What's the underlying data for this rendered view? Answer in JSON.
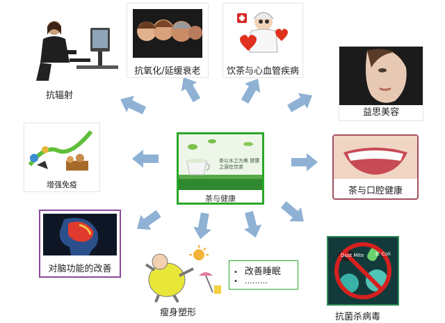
{
  "center": {
    "label": "茶与健康",
    "poem": "茶以水之为美 健康之源在饮茶"
  },
  "nodes": {
    "radiation": {
      "label": "抗辐射",
      "icon": "office-worker-computer-icon"
    },
    "antiaging": {
      "label": "抗氧化/延缓衰老",
      "icon": "faces-aging-icon"
    },
    "heart": {
      "label": "饮茶与心血管疾病",
      "icon": "cartoon-doctor-heart-icon"
    },
    "beauty": {
      "label": "益思美容",
      "icon": "woman-face-icon"
    },
    "immunity": {
      "label": "增强免疫",
      "icon": "immunity-growth-icon"
    },
    "oral": {
      "label": "茶与口腔健康",
      "icon": "smile-teeth-icon"
    },
    "brain": {
      "label": "对脑功能的改善",
      "icon": "brain-head-icon"
    },
    "slimming": {
      "label": "瘦身塑形",
      "icon": "cartoon-fat-man-icon"
    },
    "antibacterial": {
      "label": "抗菌杀病毒",
      "icon": "no-germs-icon",
      "photo_text_1": "Dust Mite",
      "photo_text_2": "E. Coli"
    }
  },
  "sleep_box": {
    "item1": "改善睡眠",
    "item2": "………"
  },
  "colors": {
    "arrow": "#8eb1d4",
    "center_border": "#29a829",
    "oral_border": "#a05060",
    "brain_border": "#8a4a9a",
    "antibac_border": "#2e8b57"
  }
}
